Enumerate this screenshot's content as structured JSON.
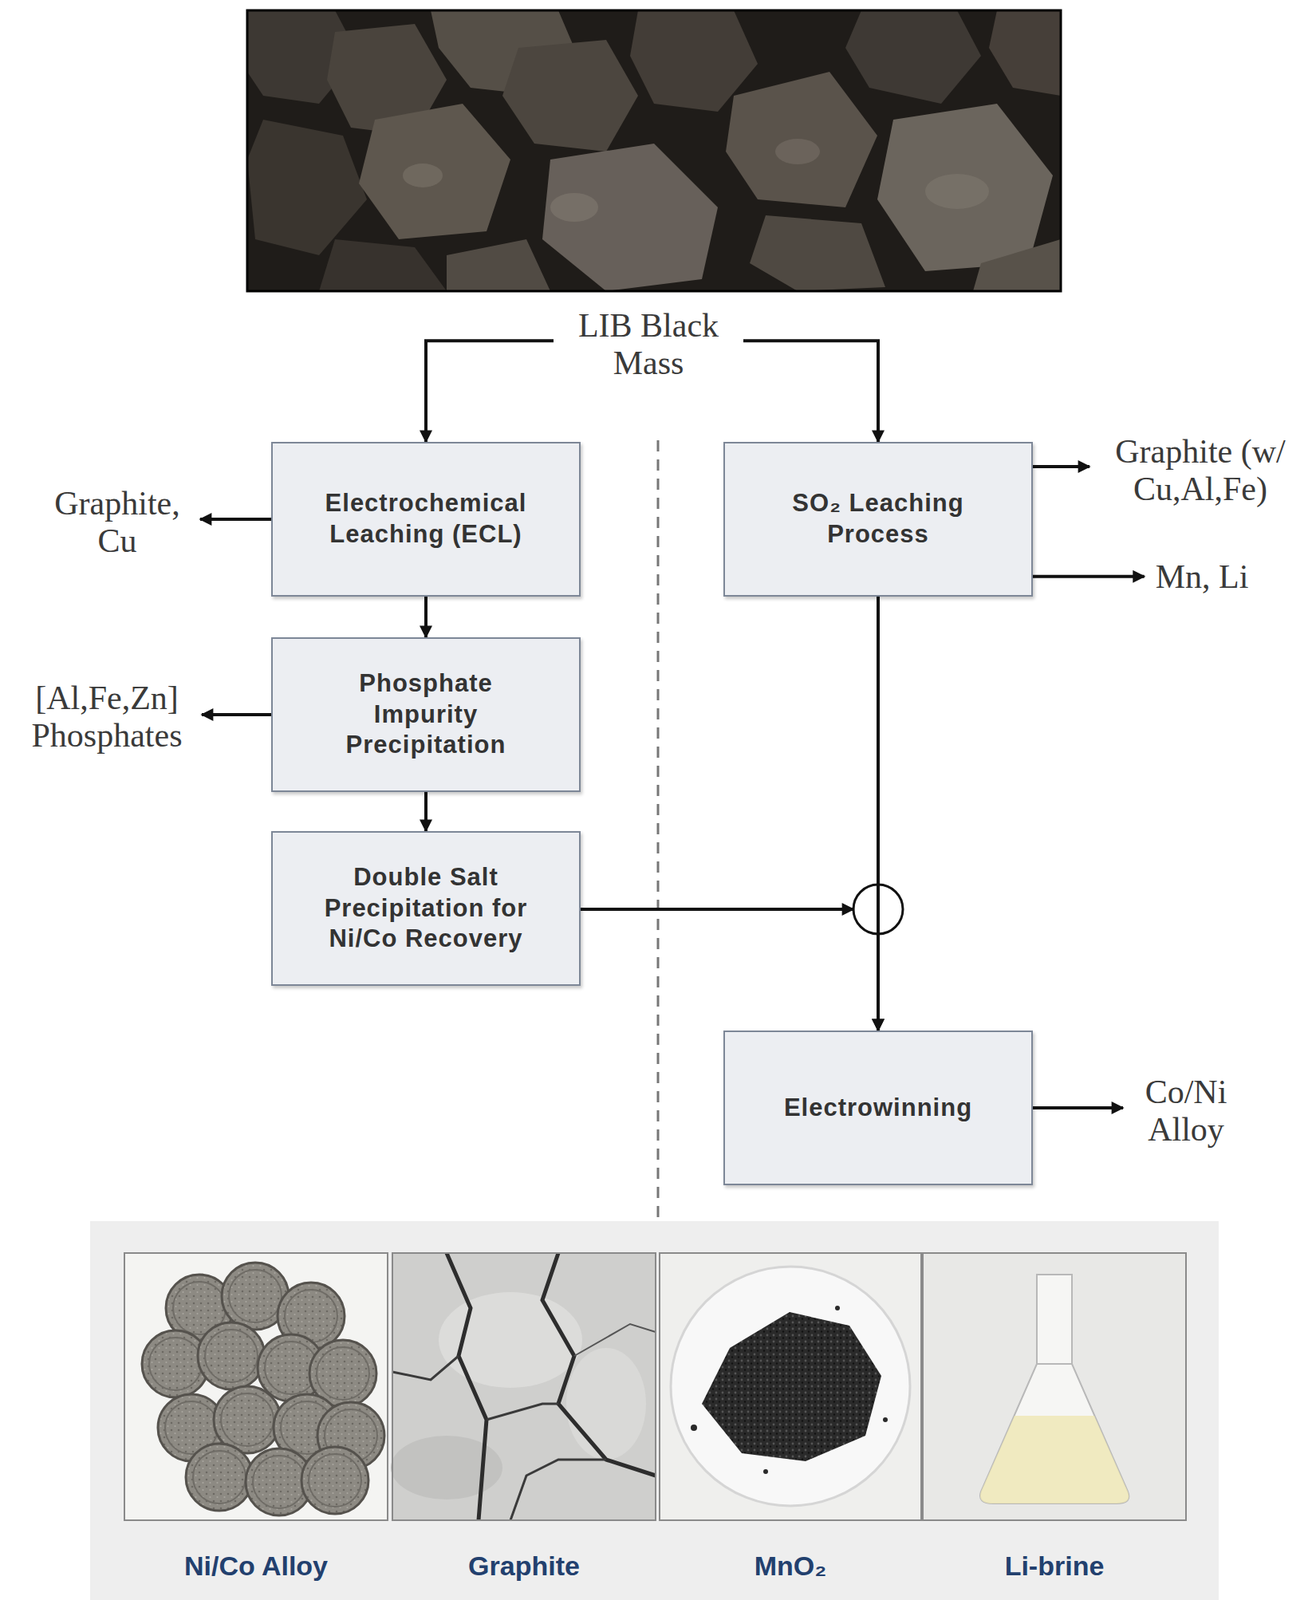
{
  "diagram": {
    "nodes": [
      {
        "text": [
          "LIB Black Mass"
        ]
      },
      {
        "text": [
          "Electrochemical Leaching (ECL)"
        ]
      },
      {
        "text": [
          "Graphite, Cu"
        ]
      },
      {
        "text": [
          "Phosphate Impurity Precipitation"
        ]
      },
      {
        "text": [
          "[Al,Fe,Zn] Phosphates"
        ]
      },
      {
        "text": [
          "Double Salt Precipitation for Ni/Co Recovery"
        ]
      },
      {
        "text": [
          "SO₂ Leaching Process"
        ]
      },
      {
        "text": [
          "Graphite (w/ Cu,Al,Fe)"
        ]
      },
      {
        "text": [
          "Mn, Li"
        ]
      },
      {
        "text": [
          "Electrowinning"
        ]
      },
      {
        "text": [
          "Co/Ni Alloy"
        ]
      }
    ],
    "edges": [
      {
        "from": 0,
        "to": 1,
        "arrow": "to"
      },
      {
        "from": 0,
        "to": 6,
        "arrow": "to"
      },
      {
        "from": 1,
        "to": 2,
        "arrow": "to"
      },
      {
        "from": 1,
        "to": 3,
        "arrow": "to"
      },
      {
        "from": 3,
        "to": 4,
        "arrow": "to"
      },
      {
        "from": 3,
        "to": 5,
        "arrow": "to"
      },
      {
        "from": 6,
        "to": 7,
        "arrow": "to"
      },
      {
        "from": 6,
        "to": 8,
        "arrow": "to"
      },
      {
        "from": 5,
        "to": 9,
        "arrow": "to"
      },
      {
        "from": 6,
        "to": 9,
        "arrow": "to"
      },
      {
        "from": 9,
        "to": 10,
        "arrow": "to"
      }
    ],
    "labels": [
      "Ni/Co Alloy",
      "Graphite",
      "MnO₂",
      "Li-brine"
    ]
  }
}
